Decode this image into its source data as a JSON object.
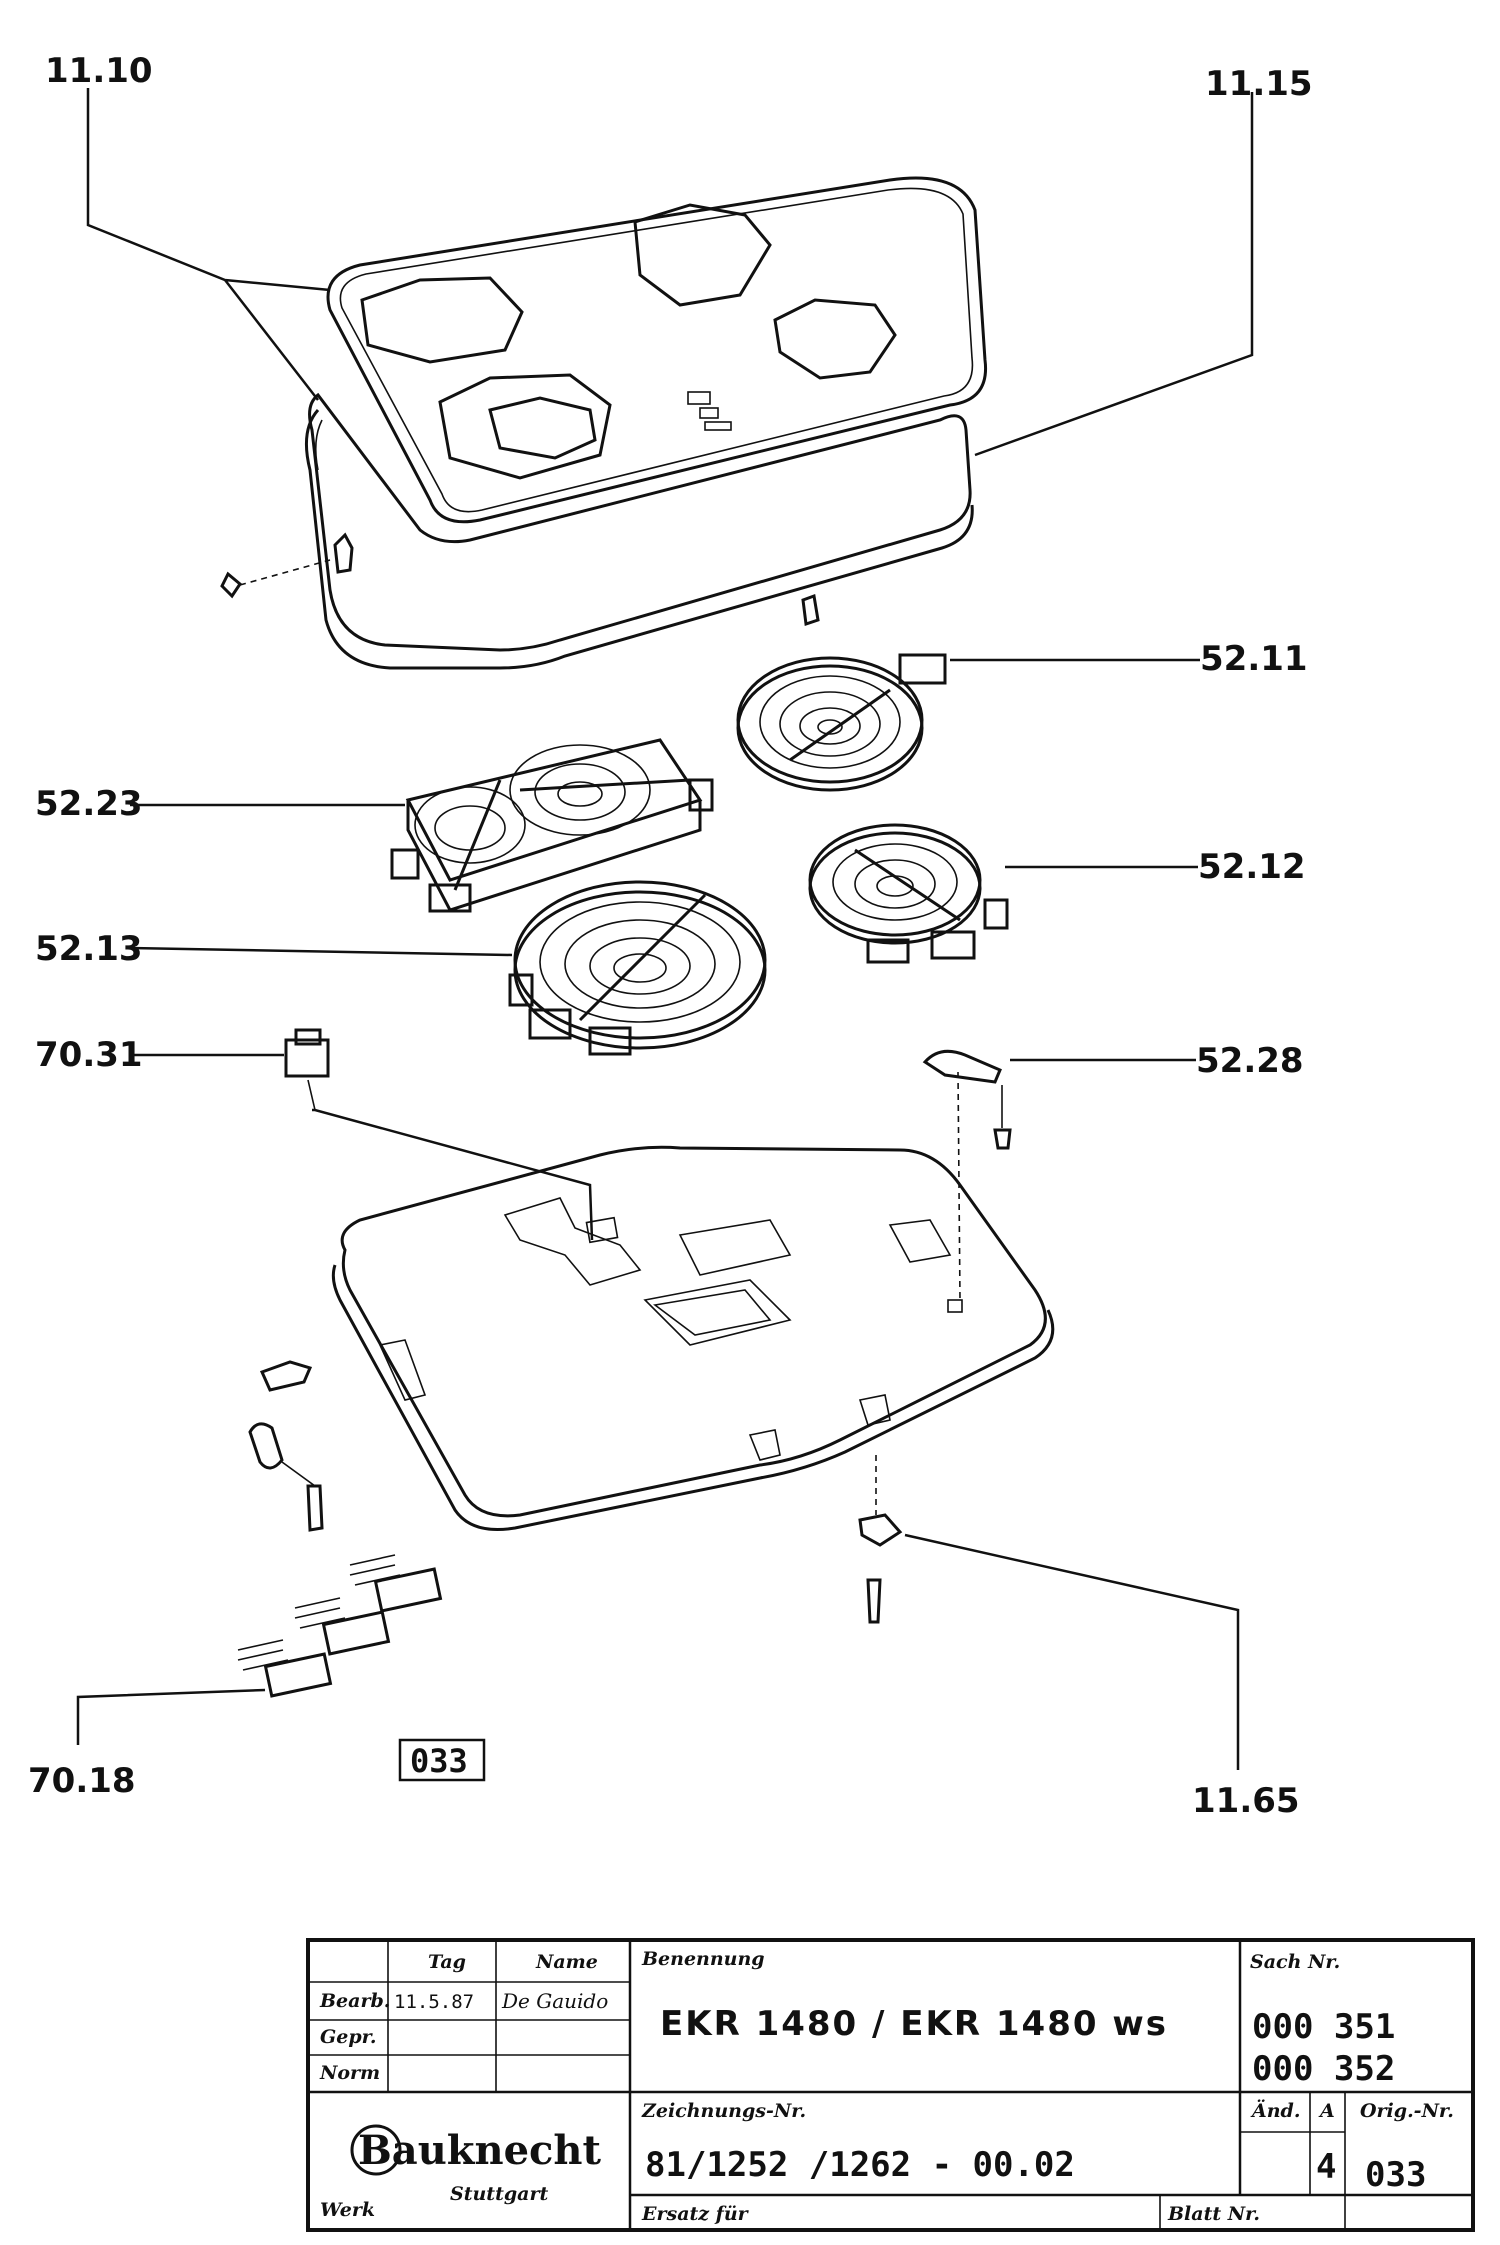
{
  "callouts": {
    "c1110": "11.10",
    "c1115": "11.15",
    "c5211": "52.11",
    "c5223": "52.23",
    "c5212": "52.12",
    "c5213": "52.13",
    "c7031": "70.31",
    "c5228": "52.28",
    "c7018": "70.18",
    "c1165": "11.65"
  },
  "page_code": "033",
  "title_block": {
    "col_tag": "Tag",
    "col_name": "Name",
    "row_bearb": "Bearb.",
    "row_gepr": "Gepr.",
    "row_norm": "Norm",
    "bearb_date": "11.5.87",
    "bearb_name": "De Gauido",
    "benennung_label": "Benennung",
    "benennung": "EKR  1480  / EKR 1480  ws",
    "sach_label": "Sach Nr.",
    "sach_1": "000  351",
    "sach_2": "000  352",
    "brand": "Bauknecht",
    "city": "Stuttgart",
    "werk": "Werk",
    "zeichnung_label": "Zeichnungs-Nr.",
    "zeichnung": "81/1252 /1262  -   00.02",
    "aend_label": "Änd.",
    "aend_col": "A",
    "aend_val": "4",
    "orig_label": "Orig.-Nr.",
    "orig_val": "033",
    "ersatz_label": "Ersatz für",
    "blatt_label": "Blatt Nr."
  }
}
